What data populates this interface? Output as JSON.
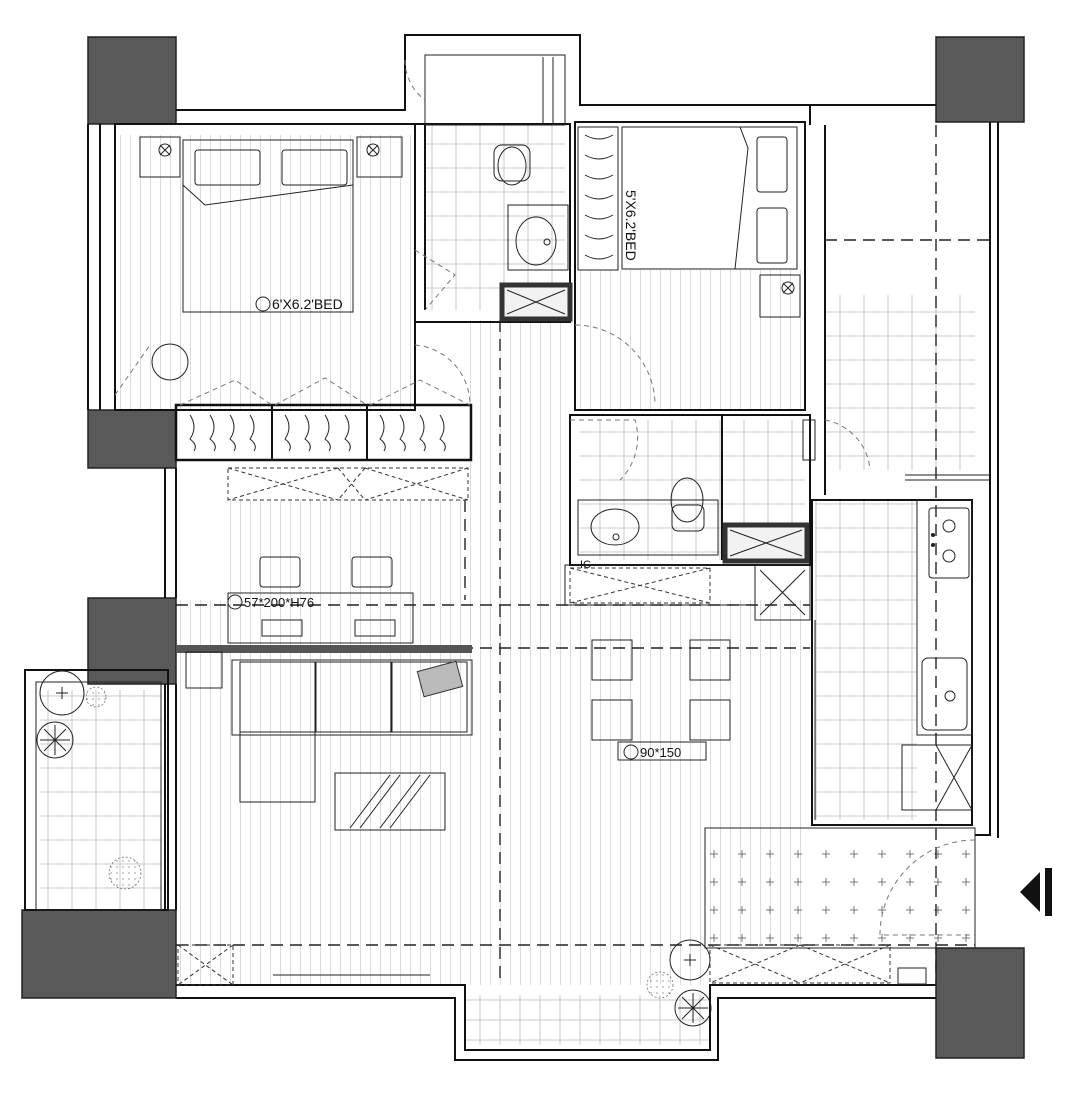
{
  "plan": {
    "master_bed_label": "6'X6.2'BED",
    "second_bed_label": "5'X6.2'BED",
    "desk_label": "57*200*H76",
    "dining_label": "90*150",
    "ic_label": "IC",
    "entry_arrow": "entrance-arrow-icon"
  },
  "colors": {
    "column": "#595959",
    "wall": "#111111",
    "background": "#ffffff"
  }
}
